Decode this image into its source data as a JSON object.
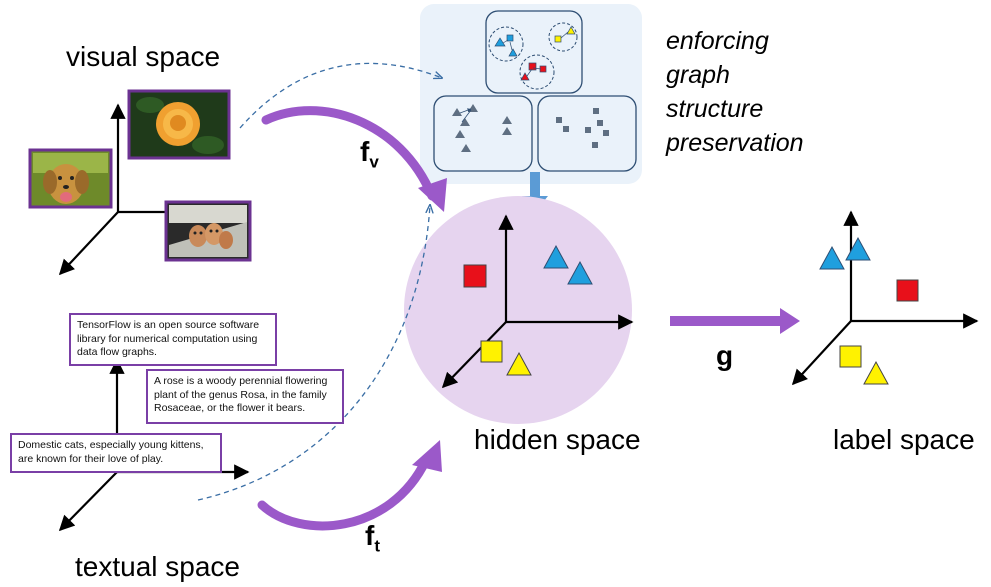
{
  "labels": {
    "visual_space": "visual space",
    "textual_space": "textual space",
    "hidden_space": "hidden space",
    "label_space": "label space",
    "enforcing": "enforcing",
    "graph": "graph",
    "structure": "structure",
    "preservation": "preservation",
    "f_v_main": "f",
    "f_v_sub": "v",
    "f_t_main": "f",
    "f_t_sub": "t",
    "g": "g"
  },
  "text_boxes": {
    "tensorflow": "TensorFlow is an open source software library for numerical computation using data flow graphs.",
    "rose": "A rose is a woody perennial flowering plant of the genus Rosa, in the family Rosaceae, or the flower it bears.",
    "cats": "Domestic cats, especially young kittens, are known for their love of play."
  },
  "colors": {
    "purple_arrow": "#9b59c9",
    "purple_border": "#6b3291",
    "hidden_circle": "#e6d4ef",
    "graph_panel": "#eaf2fa",
    "cluster_border": "#2e4e73",
    "down_arrow": "#5b9bd5",
    "blue_shape": "#1f9fde",
    "red_shape": "#e8101a",
    "yellow_shape": "#fff200",
    "gray_shape": "#5f6f82"
  },
  "icons": {
    "dog_photo": "dog-photo-icon",
    "rose_photo": "rose-photo-icon",
    "eggs_photo": "eggs-photo-icon"
  }
}
